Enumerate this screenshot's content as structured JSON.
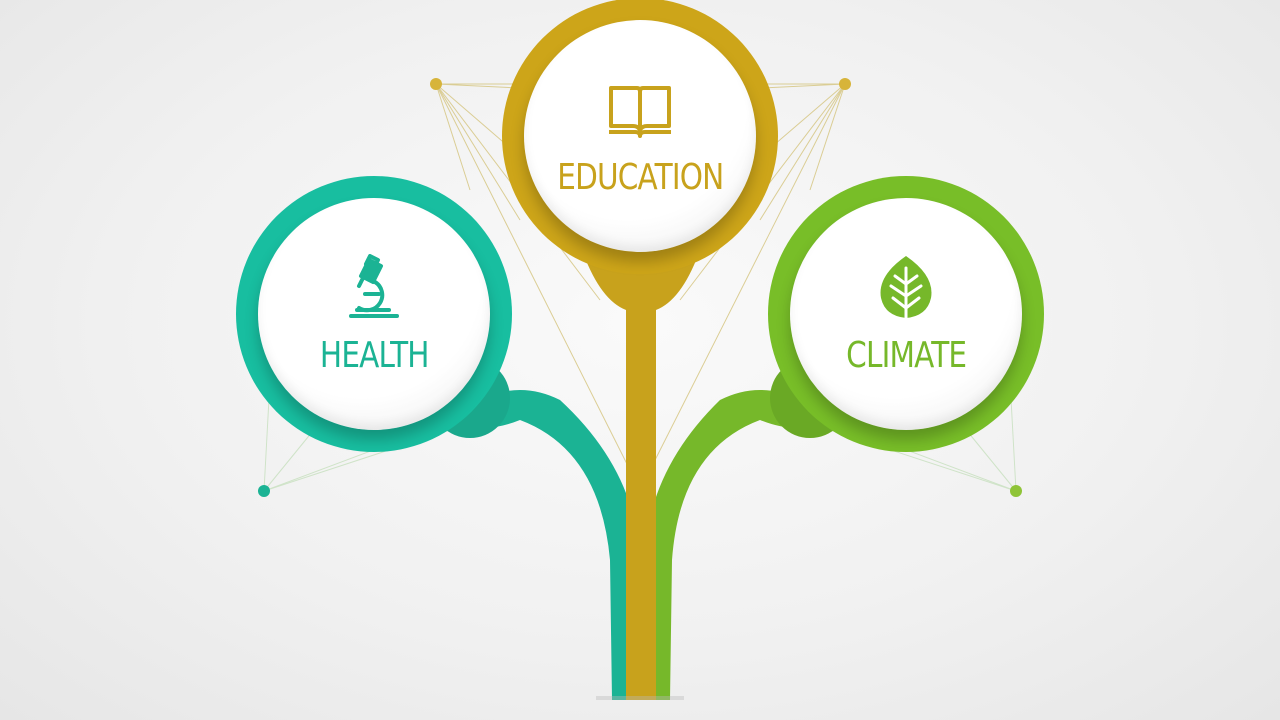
{
  "colors": {
    "health": "#1bb394",
    "education": "#c8a21c",
    "climate": "#76b82a",
    "network_line": "#d6c27a"
  },
  "nodes": {
    "health": {
      "label": "HEALTH",
      "icon": "microscope-icon"
    },
    "education": {
      "label": "EDUCATION",
      "icon": "open-book-icon"
    },
    "climate": {
      "label": "CLIMATE",
      "icon": "leaf-icon"
    }
  }
}
